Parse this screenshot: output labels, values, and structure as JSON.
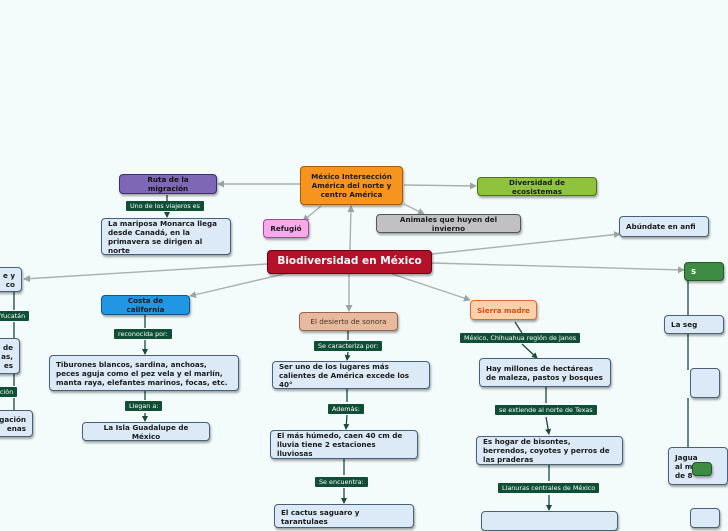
{
  "root": "Biodiversidad en México",
  "nodes": {
    "mexico_interseccion": "México Intersección América del norte y centro América",
    "ruta_migracion": "Ruta de la migración",
    "diversidad_ecosistemas": "Diversidad de ecosistemas",
    "refugio": "Refugió",
    "animales_huyen": "Animales que huyen del invierno",
    "mariposa_monarca": "La mariposa Monarca llega desde Canadá, en la primavera se dirigen al norte",
    "abundante": "Abúndate en anfi",
    "costa_california": "Costa de california",
    "desierto_sonora": "El desierto de sonora",
    "sierra_madre": "Sierra madre",
    "tiburones": "Tiburones blancos, sardina, anchoas, peces aguja como el pez vela y el marlín, manta raya, elefantes marinos, focas, etc.",
    "isla_guadalupe": "La Isla Guadalupe de México",
    "lugares_calientes": "Ser uno de los lugares más calientes de América excede los 40°",
    "mas_humedo": "El más húmedo, caen 40 cm de lluvia tiene 2 estaciones lluviosas",
    "cactus": "El cactus saguaro y tarantulaes",
    "hectareas": "Hay millones de hectáreas de maleza, pastos y bosques",
    "bisontes": "Es hogar de bisontes, berrendos, coyotes y perros de las praderas",
    "left_partial_1": "e y\nco",
    "left_partial_2": "de\nas,\nes",
    "left_partial_3": "gación\nenas",
    "right_partial_1": "S",
    "right_partial_2": "La seg",
    "right_partial_3": "Jagua\nal me\nde 8"
  },
  "labels": {
    "uno_viajeros": "Uno de los viajeros es",
    "reconocida": "reconocida por:",
    "llegan_a": "Llegan a:",
    "se_caracteriza": "Se caracteriza por:",
    "ademas": "Además:",
    "se_encuentra": "Se encuentra:",
    "chihuahua": "México, Chihuahua región de Janos",
    "se_extiende": "se extiende al norte de Texas",
    "llanuras": "Llanuras centrales de México",
    "yucatan": "Yucatán",
    "left_small": "ción"
  }
}
